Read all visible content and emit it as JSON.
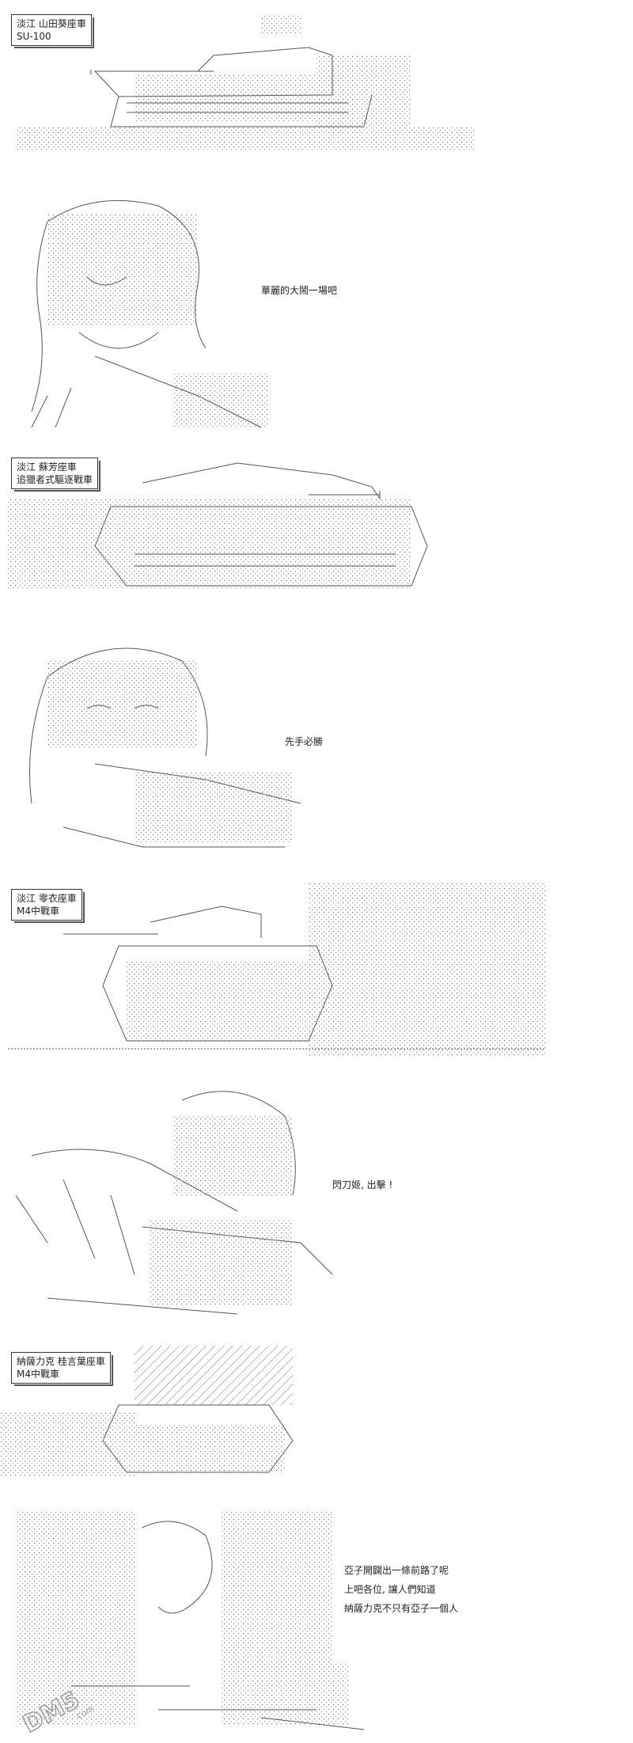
{
  "panels": [
    {
      "label_lines": [
        "淡江 山田葵座車",
        "SU-100"
      ],
      "caption": []
    },
    {
      "label_lines": [],
      "caption": [
        "華麗的大鬧一場吧"
      ]
    },
    {
      "label_lines": [
        "淡江 蘇芳座車",
        "追獵者式驅逐戰車"
      ],
      "caption": []
    },
    {
      "label_lines": [],
      "caption": [
        "先手必勝"
      ]
    },
    {
      "label_lines": [
        "淡江 零衣座車",
        "M4中戰車"
      ],
      "caption": []
    },
    {
      "label_lines": [],
      "caption": [
        "閃刀姬, 出擊 !"
      ]
    },
    {
      "label_lines": [
        "納薩力克 桂言葉座車",
        "M4中戰車"
      ],
      "caption": []
    },
    {
      "label_lines": [],
      "caption": [
        "亞子開闢出一條前路了呢",
        "上吧各位, 讓人們知道",
        "納薩力克不只有亞子一個人"
      ]
    }
  ],
  "watermark": {
    "text": "DM5",
    "subtext": "com"
  },
  "colors": {
    "ink": "#555555",
    "frame": "#333333",
    "watermark": "#9a9a9a"
  }
}
